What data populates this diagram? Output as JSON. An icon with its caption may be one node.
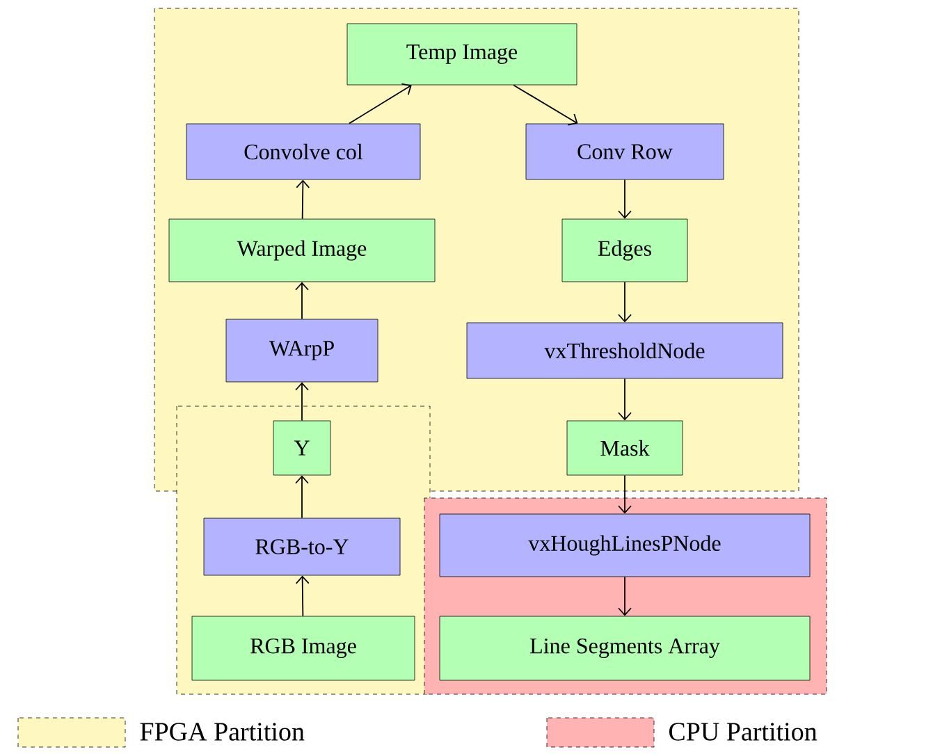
{
  "diagram": {
    "nodes": [
      {
        "text": [
          "Temp Image"
        ]
      },
      {
        "text": [
          "Convolve col"
        ]
      },
      {
        "text": [
          "Conv Row"
        ]
      },
      {
        "text": [
          "Warped Image"
        ]
      },
      {
        "text": [
          "Edges"
        ]
      },
      {
        "text": [
          "WArpP"
        ]
      },
      {
        "text": [
          "vxThresholdNode"
        ]
      },
      {
        "text": [
          "Y"
        ]
      },
      {
        "text": [
          "Mask"
        ]
      },
      {
        "text": [
          "RGB-to-Y"
        ]
      },
      {
        "text": [
          "vxHoughLinesPNode"
        ]
      },
      {
        "text": [
          "RGB Image"
        ]
      },
      {
        "text": [
          "Line Segments Array"
        ]
      }
    ],
    "edges": [
      {
        "from": 11,
        "to": 9,
        "arrow": "to"
      },
      {
        "from": 9,
        "to": 7,
        "arrow": "to"
      },
      {
        "from": 7,
        "to": 5,
        "arrow": "to"
      },
      {
        "from": 5,
        "to": 3,
        "arrow": "to"
      },
      {
        "from": 3,
        "to": 1,
        "arrow": "to"
      },
      {
        "from": 1,
        "to": 0,
        "arrow": "to"
      },
      {
        "from": 0,
        "to": 2,
        "arrow": "to"
      },
      {
        "from": 2,
        "to": 4,
        "arrow": "to"
      },
      {
        "from": 4,
        "to": 6,
        "arrow": "to"
      },
      {
        "from": 6,
        "to": 8,
        "arrow": "to"
      },
      {
        "from": 8,
        "to": 10,
        "arrow": "to"
      },
      {
        "from": 10,
        "to": 12,
        "arrow": "to"
      }
    ],
    "legend": [
      {
        "text": "FPGA Partition",
        "color": "#fef8c0"
      },
      {
        "text": "CPU Partition",
        "color": "#ffb3b3"
      }
    ]
  }
}
